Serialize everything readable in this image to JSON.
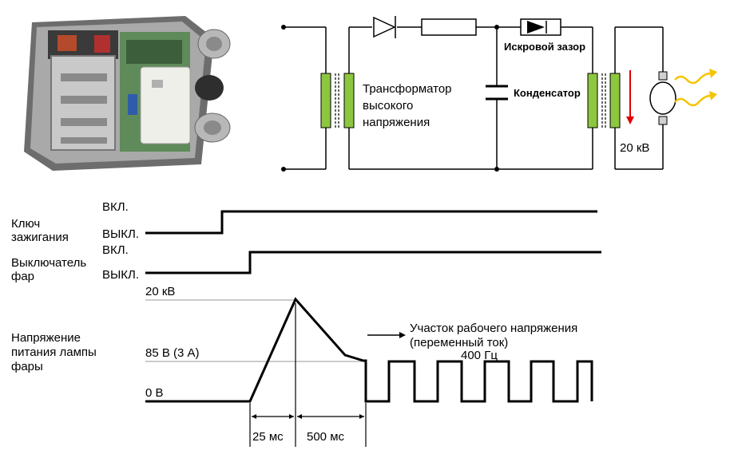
{
  "circuit": {
    "transformer_label": "Трансформатор высокого напряжения",
    "spark_gap_label": "Искровой зазор",
    "capacitor_label": "Конденсатор",
    "output_voltage_label": "20 кВ",
    "coil_color": "#8dc63f",
    "arrow_color": "#e00000",
    "light_color": "#f5c400"
  },
  "timing": {
    "ignition_key": {
      "label": "Ключ зажигания",
      "on": "ВКЛ.",
      "off": "ВЫКЛ."
    },
    "headlight_switch": {
      "label": "Выключатель фар",
      "on": "ВКЛ.",
      "off": "ВЫКЛ."
    },
    "lamp_voltage": {
      "label": "Напряжение питания лампы фары",
      "level_high": "20 кВ",
      "level_mid": "85 В (3 А)",
      "level_zero": "0 В"
    },
    "working_section_label": "Участок рабочего напряжения (переменный ток)",
    "frequency_label": "400 Гц",
    "interval_rise": "25 мс",
    "interval_decay": "500 мс"
  }
}
